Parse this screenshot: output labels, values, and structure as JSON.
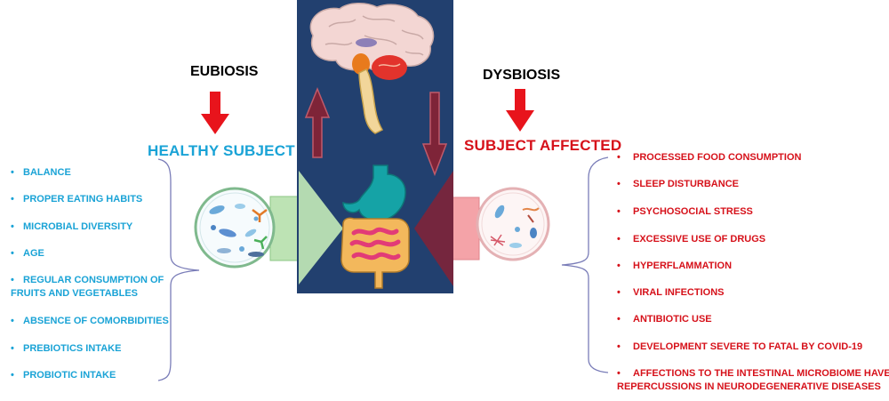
{
  "eubiosis": {
    "title": "EUBIOSIS",
    "subject": "HEALTHY SUBJECT",
    "factors": [
      "BALANCE",
      "PROPER EATING HABITS",
      "MICROBIAL DIVERSITY",
      "AGE",
      "REGULAR CONSUMPTION OF",
      "FRUITS AND VEGETABLES",
      "ABSENCE OF COMORBIDITIES",
      "PREBIOTICS INTAKE",
      "PROBIOTIC INTAKE"
    ],
    "color": "#1aa3d6"
  },
  "dysbiosis": {
    "title": "DYSBIOSIS",
    "subject": "SUBJECT AFFECTED",
    "factors": [
      "PROCESSED FOOD CONSUMPTION",
      "SLEEP DISTURBANCE",
      "PSYCHOSOCIAL STRESS",
      "EXCESSIVE USE OF DRUGS",
      "HYPERFLAMMATION",
      "VIRAL INFECTIONS",
      "ANTIBIOTIC USE",
      "DEVELOPMENT SEVERE TO FATAL BY COVID-19",
      "AFFECTIONS TO THE INTESTINAL MICROBIOME HAVE",
      "REPERCUSSIONS IN NEURODEGENERATIVE DISEASES"
    ],
    "color": "#d6111a"
  },
  "colors": {
    "panel": "#22406f",
    "arrow_red": "#e8141c",
    "arrow_maroon": "#7e2438",
    "green": "#bde3b4",
    "pink": "#f4a3a8"
  }
}
